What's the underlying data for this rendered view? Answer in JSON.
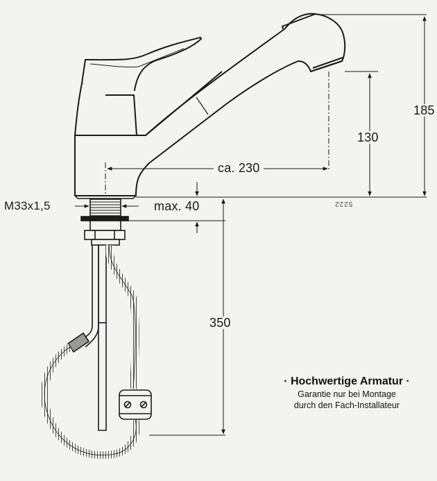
{
  "drawing": {
    "subject": "Pull-out kitchen faucet technical drawing",
    "units": "mm"
  },
  "dimensions": {
    "total_height": "185",
    "spout_height": "130",
    "spout_reach": "ca. 230",
    "thread": "M33x1,5",
    "max_deck_thickness": "max. 40",
    "hose_length": "350"
  },
  "drawing_code": "5222",
  "note": {
    "title": "· Hochwertige Armatur ·",
    "line1": "Garantie nur bei Montage",
    "line2": "durch den Fach-Installateur"
  },
  "colors": {
    "background": "#f3f3f2",
    "ink": "#1a1a1a"
  }
}
